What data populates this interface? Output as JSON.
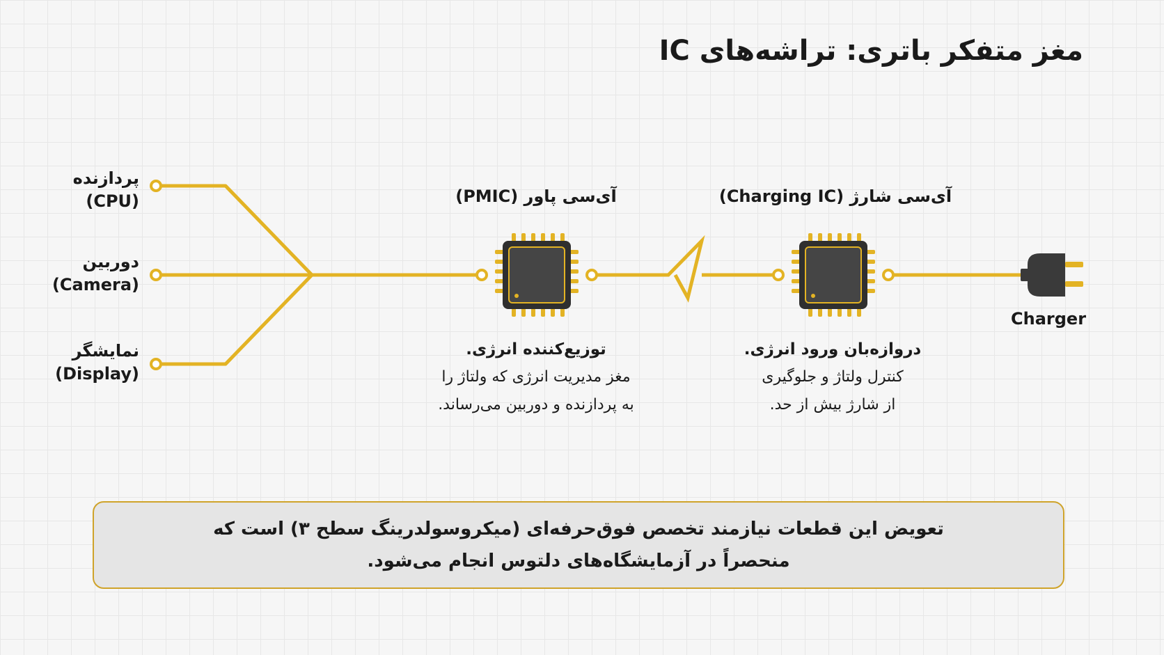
{
  "title": "مغز متفکر باتری: تراشه‌های IC",
  "components": {
    "cpu": {
      "label": "پردازنده",
      "sub": "(CPU)"
    },
    "camera": {
      "label": "دوربین",
      "sub": "(Camera)"
    },
    "display": {
      "label": "نمایشگر",
      "sub": "(Display)"
    }
  },
  "pmic": {
    "title": "آی‌سی پاور (PMIC)",
    "desc_title": "توزیع‌کننده انرژی.",
    "desc_line1": "مغز مدیریت انرژی که ولتاژ را",
    "desc_line2": "به پردازنده و دوربین می‌رساند."
  },
  "charging_ic": {
    "title": "آی‌سی شارژ (Charging IC)",
    "desc_title": "دروازه‌بان ورود انرژی.",
    "desc_line1": "کنترل ولتاژ و جلوگیری",
    "desc_line2": "از شارژ بیش از حد."
  },
  "charger": {
    "label": "Charger"
  },
  "note": {
    "line1": "تعویض این قطعات نیازمند تخصص فوق‌حرفه‌ای (میکروسولدرینگ سطح ۳) است که",
    "line2": "منحصراً در آزمایشگاه‌های دلتوس انجام می‌شود."
  },
  "colors": {
    "trace": "#e3b324",
    "chip_body": "#3a3a3a",
    "chip_pin": "#e3b324"
  },
  "icons": {
    "chip": "chip-icon",
    "plug": "plug-icon"
  }
}
